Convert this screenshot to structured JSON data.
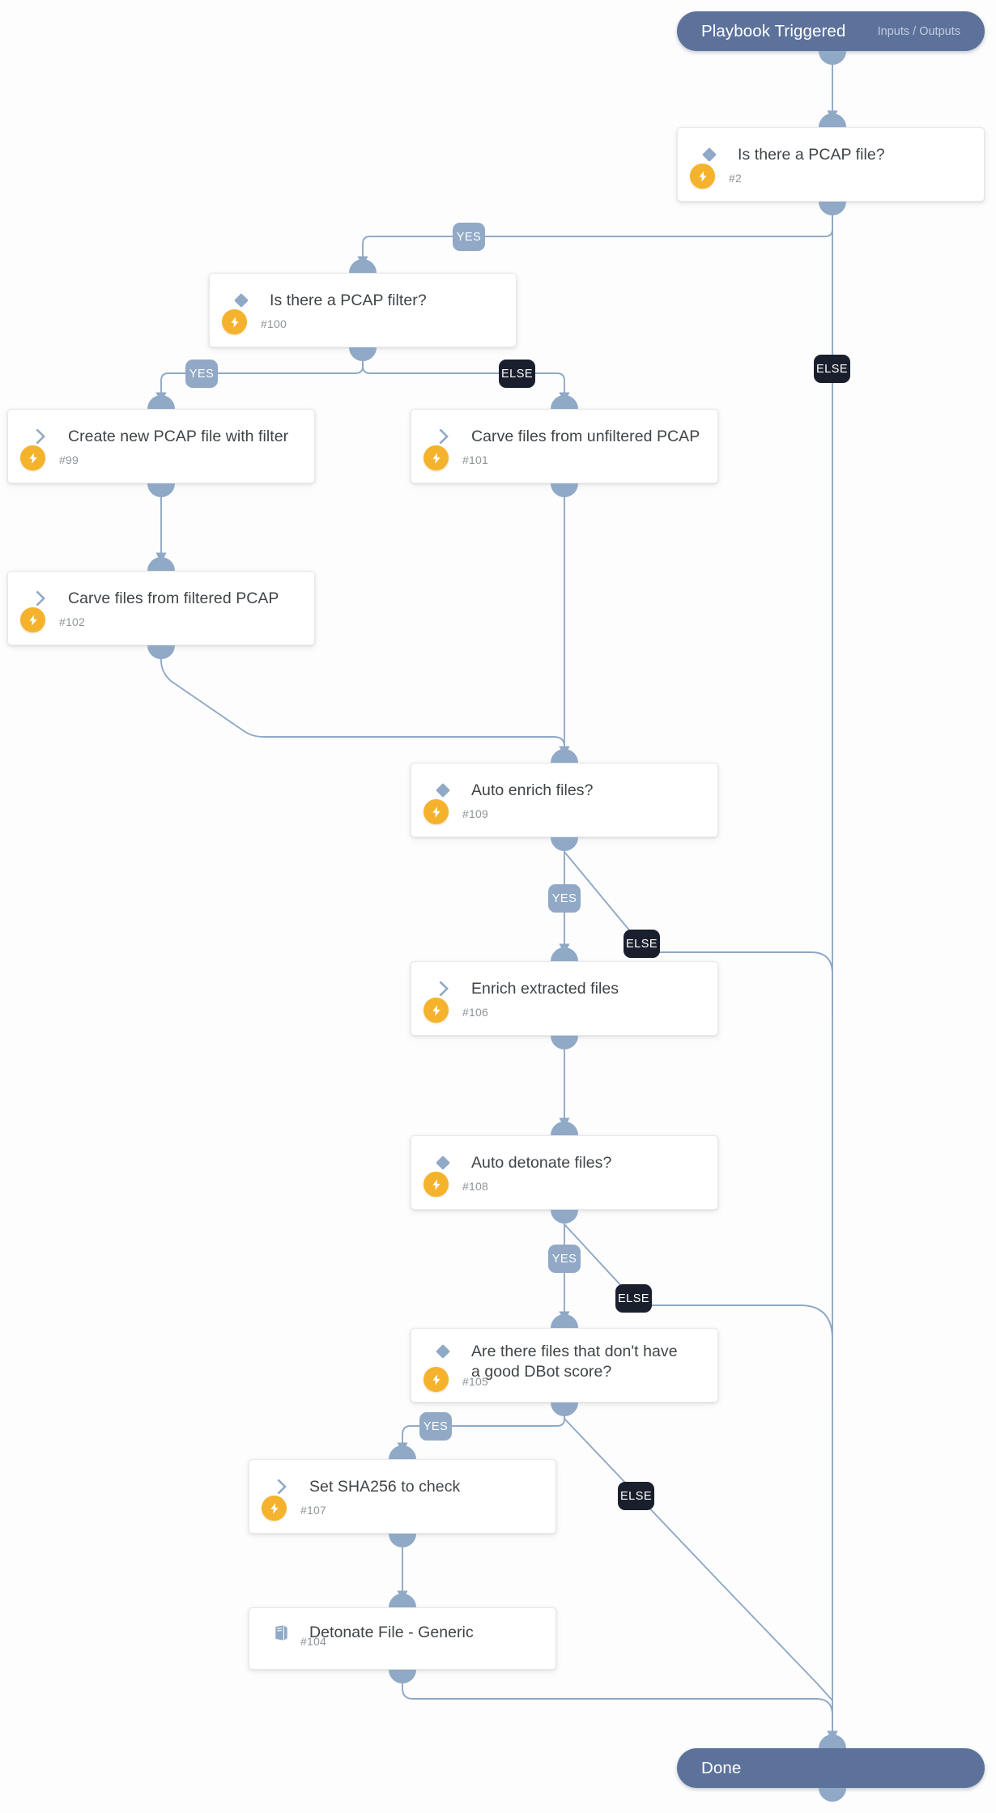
{
  "diagram": {
    "type": "playbook-flow",
    "title": "Playbook Flow",
    "colors": {
      "background": "#fdfdfd",
      "pill": "#5c729b",
      "card": "#ffffff",
      "connector": "#8fa9c6",
      "bolt": "#f5b32d",
      "condition_icon": "#8fa9c6",
      "badge_yes": "#91a9c6",
      "badge_else": "#1a1f2d",
      "title_text": "#3f4448",
      "id_text": "#8f9499"
    }
  },
  "start": {
    "label": "Playbook Triggered",
    "sub_label": "Inputs / Outputs"
  },
  "end": {
    "label": "Done"
  },
  "nodes": [
    {
      "key": "n2",
      "title": "Is there a PCAP file?",
      "id": "#2",
      "kind": "condition",
      "has_bolt": true
    },
    {
      "key": "n100",
      "title": "Is there a PCAP filter?",
      "id": "#100",
      "kind": "condition",
      "has_bolt": true
    },
    {
      "key": "n99",
      "title": "Create new PCAP file with filter",
      "id": "#99",
      "kind": "task",
      "has_bolt": true
    },
    {
      "key": "n101",
      "title": "Carve files from unfiltered PCAP",
      "id": "#101",
      "kind": "task",
      "has_bolt": true
    },
    {
      "key": "n102",
      "title": "Carve files from filtered PCAP",
      "id": "#102",
      "kind": "task",
      "has_bolt": true
    },
    {
      "key": "n109",
      "title": "Auto enrich files?",
      "id": "#109",
      "kind": "condition",
      "has_bolt": true
    },
    {
      "key": "n106",
      "title": "Enrich extracted files",
      "id": "#106",
      "kind": "task",
      "has_bolt": true
    },
    {
      "key": "n108",
      "title": "Auto detonate files?",
      "id": "#108",
      "kind": "condition",
      "has_bolt": true
    },
    {
      "key": "n105",
      "title": "Are there files that don't have\na good DBot score?",
      "id": "#105",
      "kind": "condition",
      "has_bolt": true
    },
    {
      "key": "n107",
      "title": "Set SHA256 to check",
      "id": "#107",
      "kind": "task",
      "has_bolt": true
    },
    {
      "key": "n104",
      "title": "Detonate File - Generic",
      "id": "#104",
      "kind": "subplaybook",
      "has_bolt": false
    }
  ],
  "branch_labels": {
    "b1_yes": "YES",
    "b1_else": "ELSE",
    "b2_yes": "YES",
    "b2_else": "ELSE",
    "b3_yes": "YES",
    "b3_else": "ELSE",
    "b4_yes": "YES",
    "b4_else": "ELSE",
    "b5_yes": "YES",
    "b5_else": "ELSE"
  }
}
